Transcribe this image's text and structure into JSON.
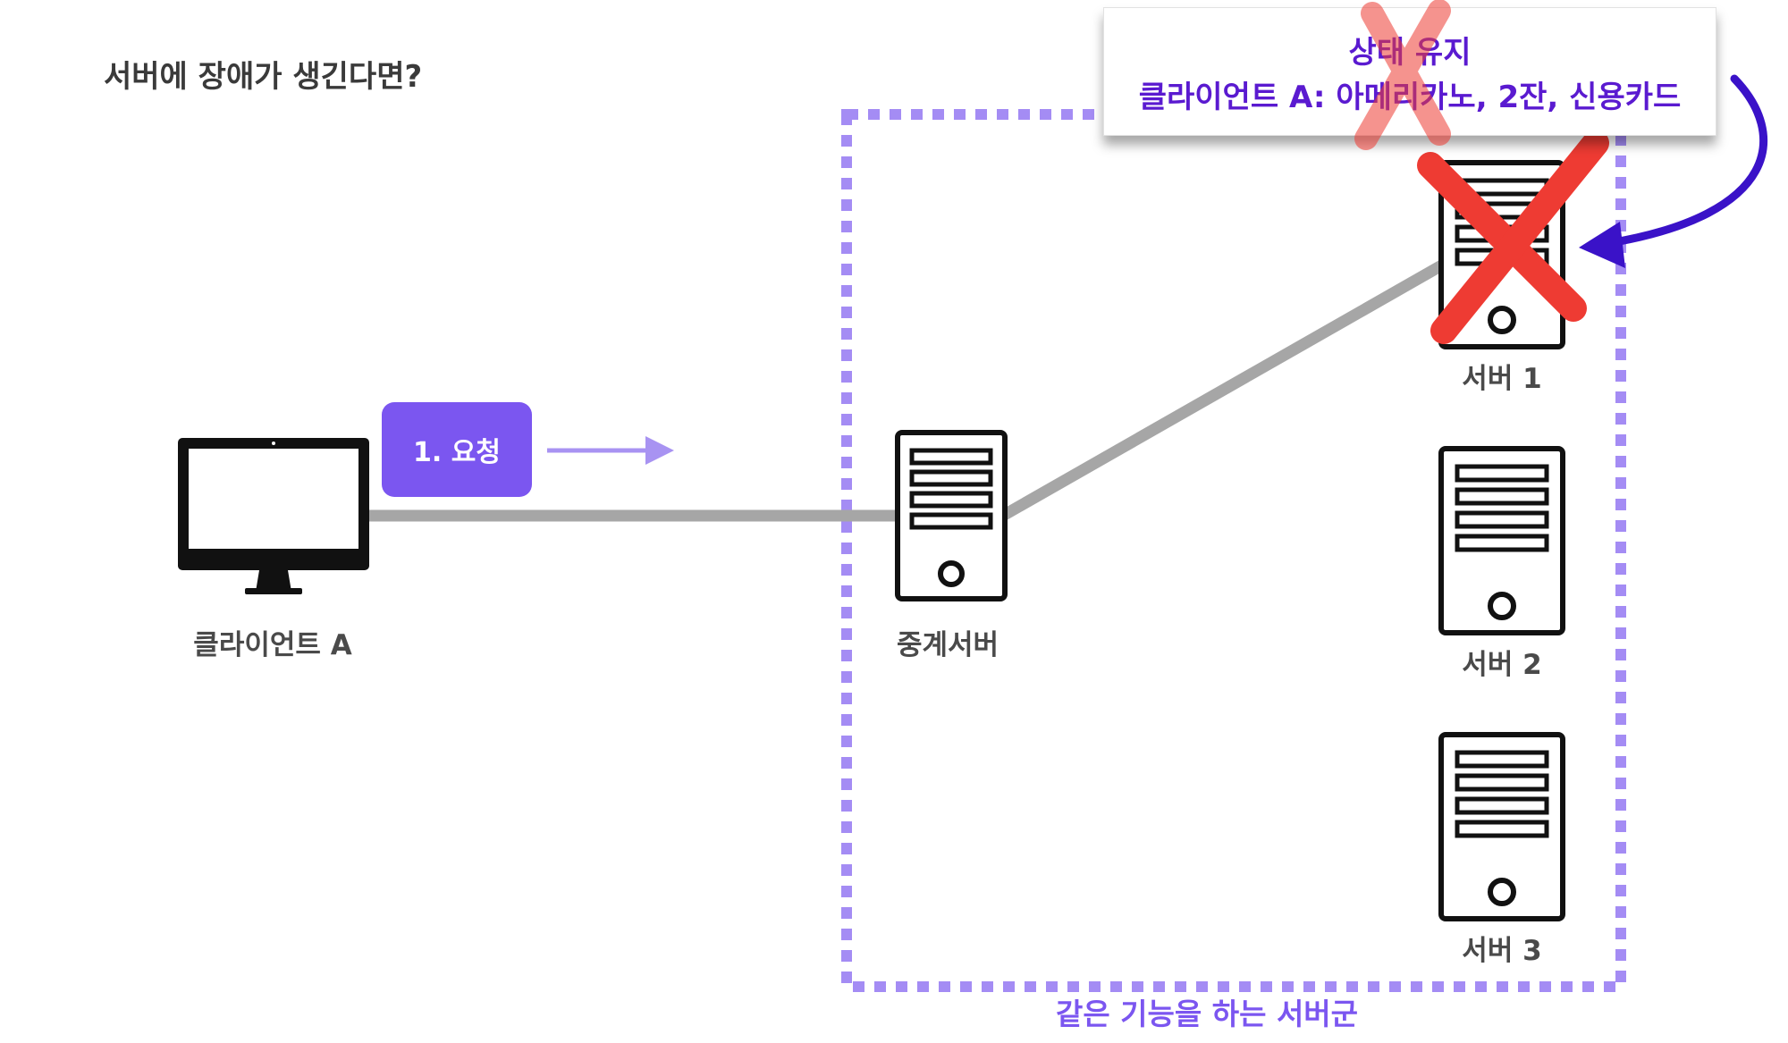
{
  "title": "서버에 장애가 생긴다면?",
  "client_label": "클라이언트 A",
  "relay_label": "중계서버",
  "servers": [
    {
      "label": "서버 1",
      "failed": true
    },
    {
      "label": "서버 2",
      "failed": false
    },
    {
      "label": "서버 3",
      "failed": false
    }
  ],
  "request_label": "1. 요청",
  "state_note": {
    "title": "상태 유지",
    "content": "클라이언트 A: 아메리카노, 2잔, 신용카드",
    "discarded": true
  },
  "cluster_caption": "같은 기능을 하는 서버군",
  "colors": {
    "accent_purple": "#7b56f0",
    "dashed_border": "#a48cf4",
    "note_text": "#5a1ad0",
    "failure_red": "#ee3b33",
    "connection_gray": "#a6a6a6",
    "arrow_light": "#a893f2",
    "curved_arrow": "#3a12c8"
  },
  "icons": {
    "client": "desktop-monitor-icon",
    "server": "server-tower-icon",
    "failure": "red-x-mark-icon"
  }
}
